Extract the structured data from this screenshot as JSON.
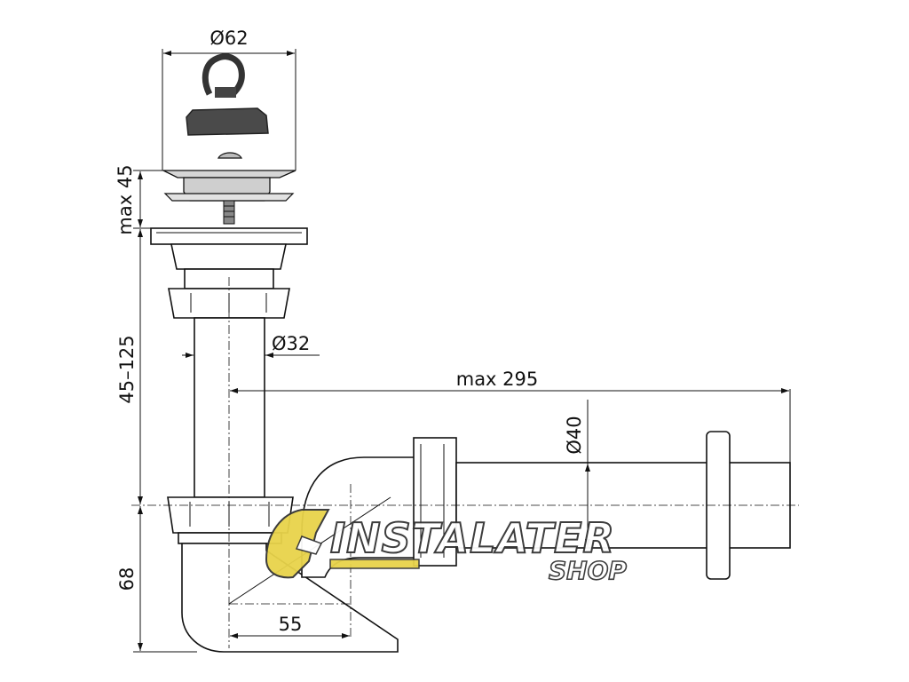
{
  "dimensions": {
    "stopper_diameter": "Ø62",
    "strainer_height": "max 45",
    "inlet_diameter": "Ø32",
    "inlet_length": "45–125",
    "outlet_length": "max 295",
    "outlet_diameter": "Ø40",
    "trap_height": "68",
    "trap_offset": "55"
  },
  "watermark": {
    "brand": "INSTALATER",
    "sub": "SHOP",
    "colors": {
      "accent": "#e8d34a",
      "outline": "#333333"
    }
  }
}
